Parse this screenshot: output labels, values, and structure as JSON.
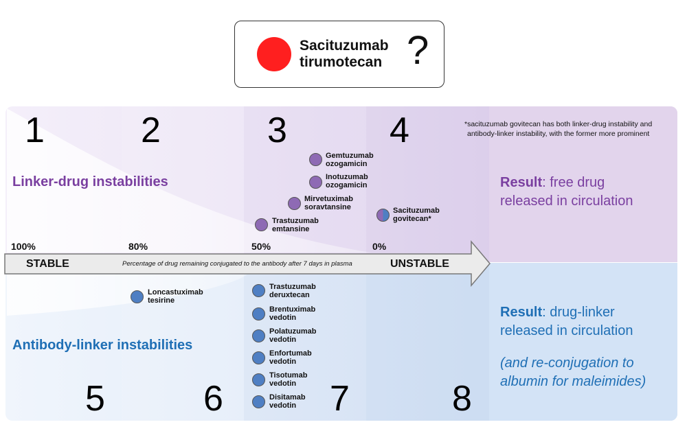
{
  "title": {
    "line1": "Sacituzumab",
    "line2": "tirumotecan",
    "question_mark": "?",
    "dot_color": "#ff1f1f"
  },
  "footnote": {
    "line1": "*sacituzumab govitecan has both linker-drug instability and",
    "line2": "antibody-linker instability, with the former more prominent"
  },
  "top_numbers": [
    "1",
    "2",
    "3",
    "4"
  ],
  "bottom_numbers": [
    "5",
    "6",
    "7",
    "8"
  ],
  "sections": {
    "linker_drug": "Linker-drug instabilities",
    "antibody_linker": "Antibody-linker instabilities"
  },
  "results": {
    "top": {
      "label": "Result",
      "line1": ": free drug",
      "line2": "released in circulation"
    },
    "bottom": {
      "label": "Result",
      "line1": ": drug-linker",
      "line2": "released in circulation",
      "note1": "(and re-conjugation to",
      "note2": "albumin for maleimides)"
    }
  },
  "axis": {
    "ticks": [
      "100%",
      "80%",
      "50%",
      "0%"
    ],
    "left_label": "STABLE",
    "right_label": "UNSTABLE",
    "caption": "Percentage of drug remaining conjugated to the antibody after 7 days in plasma"
  },
  "drugs_top": [
    {
      "line1": "Gemtuzumab",
      "line2": "ozogamicin",
      "color": "purple"
    },
    {
      "line1": "Inotuzumab",
      "line2": "ozogamicin",
      "color": "purple"
    },
    {
      "line1": "Mirvetuximab",
      "line2": "soravtansine",
      "color": "purple"
    },
    {
      "line1": "Trastuzumab",
      "line2": "emtansine",
      "color": "purple"
    },
    {
      "line1": "Sacituzumab",
      "line2": "govitecan*",
      "color": "split"
    }
  ],
  "drugs_bottom": [
    {
      "line1": "Loncastuximab",
      "line2": "tesirine",
      "color": "blue"
    },
    {
      "line1": "Trastuzumab",
      "line2": "deruxtecan",
      "color": "blue"
    },
    {
      "line1": "Brentuximab",
      "line2": "vedotin",
      "color": "blue"
    },
    {
      "line1": "Polatuzumab",
      "line2": "vedotin",
      "color": "blue"
    },
    {
      "line1": "Enfortumab",
      "line2": "vedotin",
      "color": "blue"
    },
    {
      "line1": "Tisotumab",
      "line2": "vedotin",
      "color": "blue"
    },
    {
      "line1": "Disitamab",
      "line2": "vedotin",
      "color": "blue"
    }
  ],
  "colors": {
    "purple_text": "#7a3fa0",
    "blue_text": "#1f6fb5",
    "result_purple": "#7a3fa0",
    "result_blue": "#1f6fb5"
  }
}
